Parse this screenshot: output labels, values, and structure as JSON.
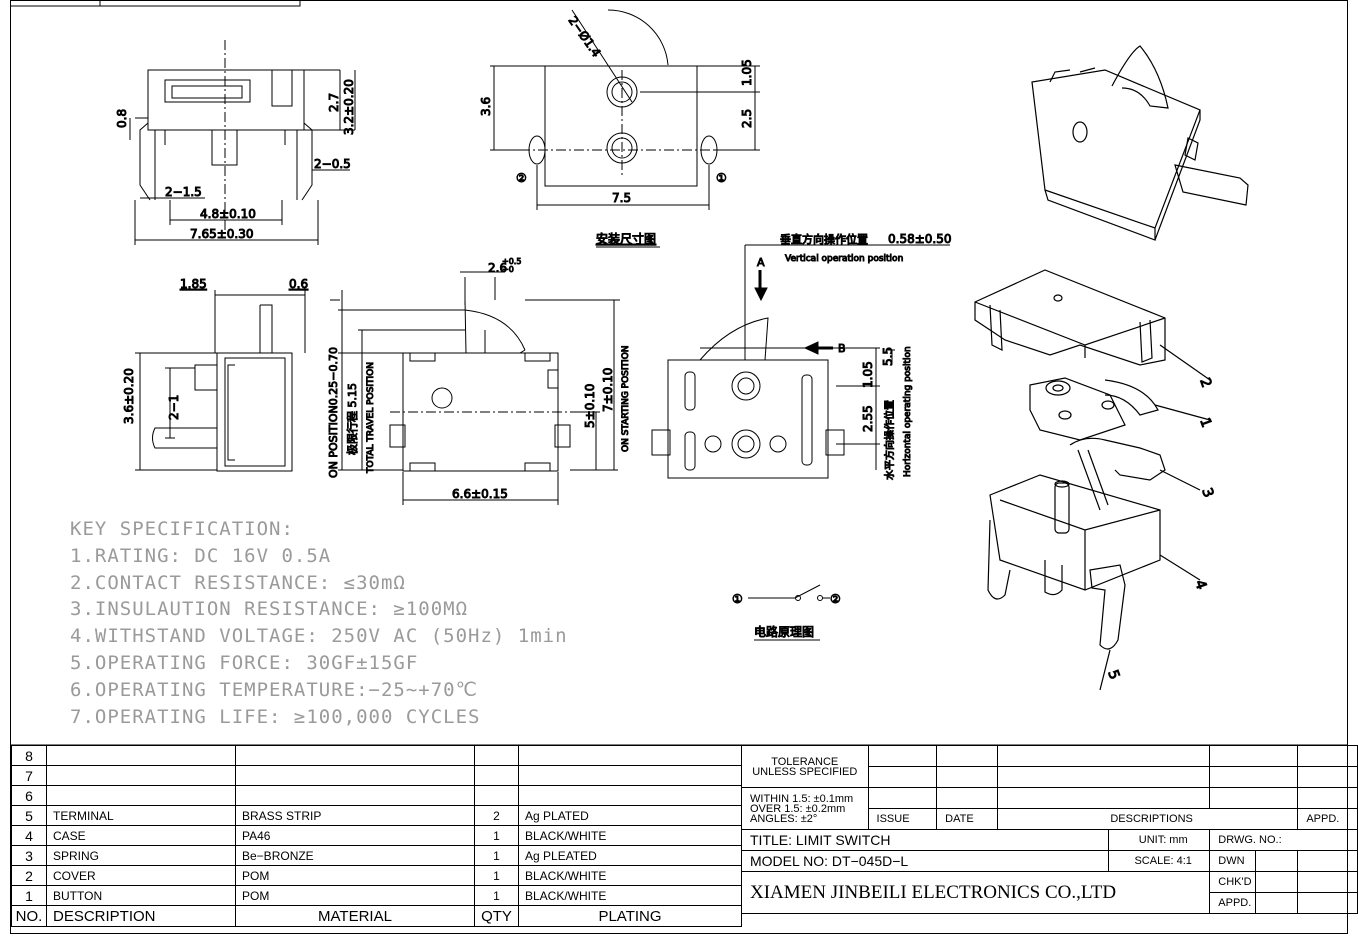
{
  "dims": {
    "side_08": "0.8",
    "side_27": "2.7",
    "side_32": "3.2±0.20",
    "side_2_05": "2−0.5",
    "side_2_15": "2−1.5",
    "side_48": "4.8±0.10",
    "side_765": "7.65±0.30",
    "mount_2_phi14": "2−Ø1.4",
    "mount_36": "3.6",
    "mount_105": "1.05",
    "mount_25": "2.5",
    "mount_75": "7.5",
    "mount_c2": "②",
    "mount_c1": "①",
    "mount_title": "安装尺寸图",
    "end_185": "1.85",
    "end_06": "0.6",
    "end_36": "3.6±0.20",
    "end_2_1": "2−1",
    "front_26": "2.6",
    "front_26_tol": "+0.5",
    "front_26_tol2": "−0",
    "front_on_pos": "ON POSITION0.25−0.70",
    "front_travel_cn": "极限行程 5.15",
    "front_total_travel": "TOTAL TRAVEL POSITION",
    "front_5": "5±0.10",
    "front_7": "7±0.10",
    "front_on_start": "ON STARTING POSITION",
    "front_66": "6.6±0.15",
    "op_vert_cn": "垂直方向操作位置",
    "op_vert_val": "0.58±0.50",
    "op_vert_en": "Vertical operation position",
    "op_A": "A",
    "op_B": "B",
    "op_55": "5.5",
    "op_105": "1.05",
    "op_255": "2.55",
    "op_horiz_cn": "水平方向操作位置",
    "op_horiz_en": "Horizontal operating position",
    "circuit_c1": "①",
    "circuit_c2": "②",
    "circuit_title": "电路原理图",
    "exp_1": "1",
    "exp_2": "2",
    "exp_3": "3",
    "exp_4": "4",
    "exp_5": "5"
  },
  "spec": {
    "title": "KEY SPECIFICATION:",
    "lines": [
      "1.RATING: DC 16V 0.5A",
      "2.CONTACT RESISTANCE: ≤30mΩ",
      "3.INSULAUTION RESISTANCE: ≥100MΩ",
      "4.WITHSTAND VOLTAGE: 250V AC (50Hz) 1min",
      "5.OPERATING FORCE: 30GF±15GF",
      "6.OPERATING TEMPERATURE:−25∼+70℃",
      "7.OPERATING LIFE: ≥100,000 CYCLES"
    ]
  },
  "bom": {
    "rows": [
      {
        "no": "8",
        "desc": "",
        "mat": "",
        "qty": "",
        "plat": ""
      },
      {
        "no": "7",
        "desc": "",
        "mat": "",
        "qty": "",
        "plat": ""
      },
      {
        "no": "6",
        "desc": "",
        "mat": "",
        "qty": "",
        "plat": ""
      },
      {
        "no": "5",
        "desc": "TERMINAL",
        "mat": "BRASS STRIP",
        "qty": "2",
        "plat": "Ag PLATED"
      },
      {
        "no": "4",
        "desc": "CASE",
        "mat": "PA46",
        "qty": "1",
        "plat": "BLACK/WHITE"
      },
      {
        "no": "3",
        "desc": "SPRING",
        "mat": "Be−BRONZE",
        "qty": "1",
        "plat": "Ag PLEATED"
      },
      {
        "no": "2",
        "desc": "COVER",
        "mat": "POM",
        "qty": "1",
        "plat": "BLACK/WHITE"
      },
      {
        "no": "1",
        "desc": "BUTTON",
        "mat": "POM",
        "qty": "1",
        "plat": "BLACK/WHITE"
      }
    ],
    "header": {
      "no": "NO.",
      "desc": "DESCRIPTION",
      "mat": "MATERIAL",
      "qty": "QTY",
      "plat": "PLATING"
    }
  },
  "title_block": {
    "tol1": "TOLERANCE",
    "tol2": "UNLESS SPECIFIED",
    "tol3": "WITHIN 1.5: ±0.1mm",
    "tol4": "OVER 1.5: ±0.2mm",
    "tol5": "ANGLES: ±2°",
    "issue": "ISSUE",
    "date": "DATE",
    "descriptions": "DESCRIPTIONS",
    "appd": "APPD.",
    "title": "TITLE: LIMIT SWITCH",
    "unit": "UNIT: mm",
    "drwg": "DRWG. NO.:",
    "model": "MODEL NO: DT−045D−L",
    "scale": "SCALE: 4:1",
    "dwn": "DWN",
    "company": "XIAMEN JINBEILI ELECTRONICS CO.,LTD",
    "chkd": "CHK'D",
    "appd2": "APPD."
  }
}
